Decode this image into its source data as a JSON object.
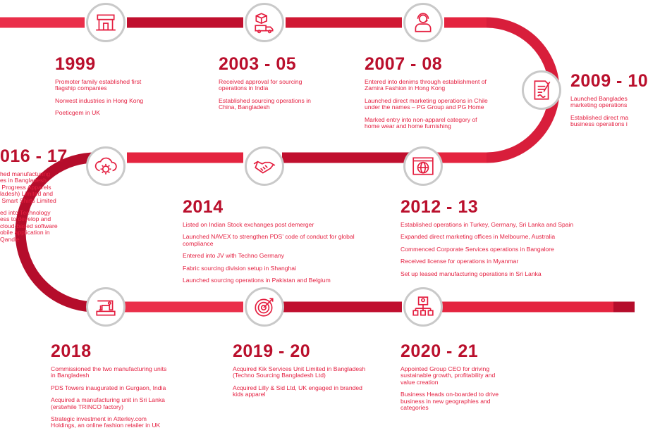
{
  "colors": {
    "road_dark": "#b50d2b",
    "road_light": "#ea2f4a",
    "text": "#e41e3f",
    "year": "#ba0f2c",
    "icon_ring": "#c9c9c9"
  },
  "milestones": [
    {
      "year": "1999",
      "icon": "storefront-icon",
      "items": [
        "Promoter family established first\nflagship companies",
        "Norwest industries in Hong Kong",
        "Poeticgem in UK"
      ]
    },
    {
      "year": "2003 - 05",
      "icon": "delivery-box-icon",
      "items": [
        "Received approval for sourcing\noperations in India",
        "Established sourcing operations in\nChina, Bangladesh"
      ]
    },
    {
      "year": "2007 - 08",
      "icon": "support-agent-icon",
      "items": [
        "Entered into denims through establishment of\nZamira Fashion in Hong Kong",
        "Launched direct marketing operations in Chile\nunder the names – PG Group and PG Home",
        "Marked entry into non-apparel category of\nhome wear and home furnishing"
      ]
    },
    {
      "year": "2009 - 10",
      "icon": "contract-icon",
      "items": [
        "Launched Banglades\nmarketing operations",
        "Established direct ma\nbusiness operations i"
      ]
    },
    {
      "year": "2012 - 13",
      "icon": "global-web-icon",
      "items": [
        "Established operations in Turkey, Germany, Sri Lanka and Spain",
        "Expanded direct marketing offices in Melbourne, Australia",
        "Commenced Corporate Services operations in Bangalore",
        "Received license for operations in Myanmar",
        "Set up leased manufacturing operations in Sri Lanka"
      ]
    },
    {
      "year": "2014",
      "icon": "handshake-icon",
      "items": [
        "Listed on Indian Stock exchanges post demerger",
        "Launched NAVEX to strengthen PDS’ code of conduct for global\ncompliance",
        "Entered into JV with Techno Germany",
        "Fabric sourcing division setup in Shanghai",
        "Launched sourcing operations in Pakistan and Belgium"
      ]
    },
    {
      "year": "016 - 17",
      "icon": "cloud-gear-icon",
      "items": [
        "hed manufacturing\nes in Bangladesh\n Progress Apparels\nladesh) Limited and\n Smart Shirts Limited",
        "ed into Technology\ness to develop and\ncloud-based software\nobile application in\nQandle"
      ]
    },
    {
      "year": "2018",
      "icon": "sewing-machine-icon",
      "items": [
        "Commissioned the two manufacturing units\nin Bangladesh",
        "PDS Towers inaugurated in Gurgaon, India",
        "Acquired a manufacturing unit in Sri Lanka\n(erstwhile TRINCO factory)",
        "Strategic investment in Atterley.com\nHoldings, an online fashion retailer in UK"
      ]
    },
    {
      "year": "2019 - 20",
      "icon": "target-icon",
      "items": [
        "Acquired Kik Services Unit Limited in Bangladesh\n(Techno Sourcing Bangladesh Ltd)",
        "Acquired Lilly & Sid Ltd, UK engaged in branded\nkids apparel"
      ]
    },
    {
      "year": "2020 - 21",
      "icon": "org-chart-icon",
      "items": [
        "Appointed Group CEO for driving\nsustainable growth, profitability and\nvalue creation",
        "Business Heads on-boarded to drive\nbusiness in new geographies and\ncategories"
      ]
    }
  ]
}
